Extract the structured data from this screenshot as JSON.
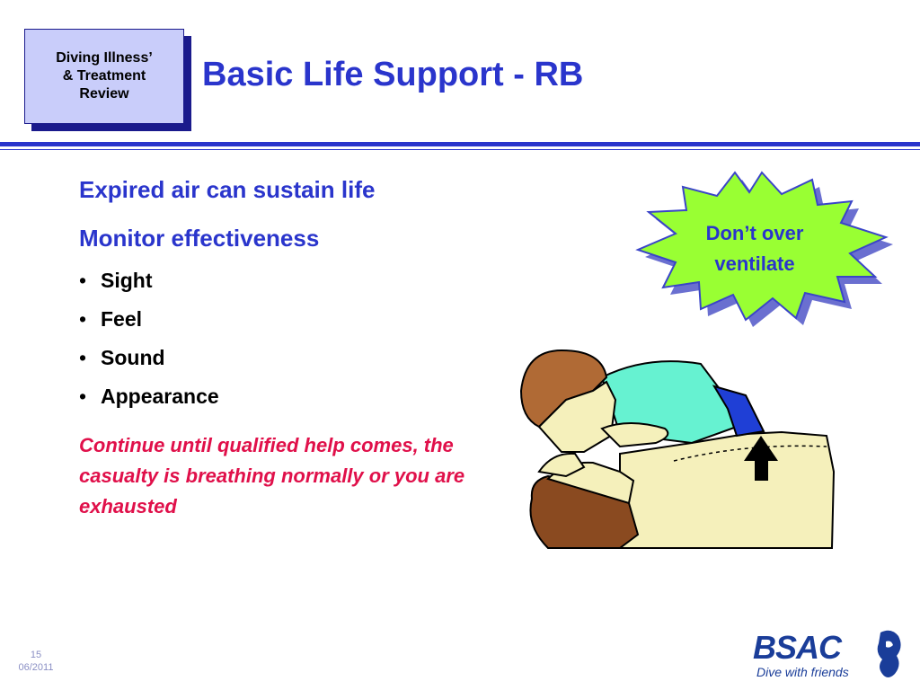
{
  "badge": {
    "lines": [
      "Diving Illness’",
      "& Treatment",
      "Review"
    ]
  },
  "title": "Basic Life Support - RB",
  "headings": [
    "Expired air can sustain life",
    "Monitor effectiveness"
  ],
  "bullets": [
    "Sight",
    "Feel",
    "Sound",
    "Appearance"
  ],
  "note": "Continue until qualified help comes, the casualty is breathing normally or you are exhausted",
  "callout": {
    "line1": "Don’t over",
    "line2": "ventilate"
  },
  "footer": {
    "slide_number": "15",
    "date": "06/2011"
  },
  "logo": {
    "name": "BSAC",
    "tagline": "Dive with friends"
  },
  "colors": {
    "accent": "#2a35cc",
    "note": "#e0104a",
    "burst_fill": "#99ff33",
    "badge_fill": "#c9cdfa"
  }
}
